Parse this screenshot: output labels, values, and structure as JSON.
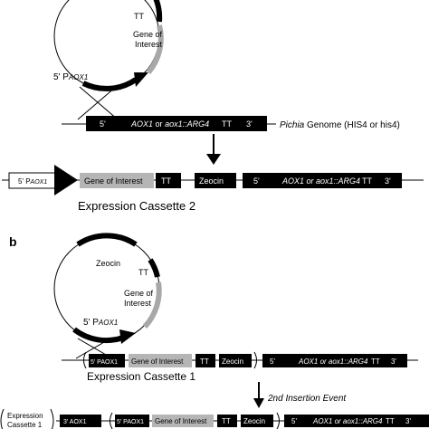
{
  "panel_a": {
    "plasmid": {
      "tt": "TT",
      "gene_line1": "Gene of",
      "gene_line2": "Interest",
      "promoter_prefix": "5' P",
      "promoter_name": "AOX1"
    },
    "genome": {
      "five": "5'",
      "locus_a": "AOX1",
      "locus_or": "or",
      "locus_b": "aox1::ARG4",
      "tt": "TT",
      "three": "3'",
      "label_italic": "Pichia",
      "label_rest": "Genome (HIS4 or his4)"
    },
    "cassette": {
      "promoter_prefix": "5' P",
      "promoter_name": "AOX1",
      "gene": "Gene of Interest",
      "tt": "TT",
      "zeocin": "Zeocin",
      "five": "5'",
      "locus": "AOX1  or aox1::ARG4",
      "tt2": "TT",
      "three": "3'",
      "title": "Expression Cassette 2"
    }
  },
  "panel_b": {
    "label": "b",
    "plasmid": {
      "zeocin": "Zeocin",
      "tt": "TT",
      "gene_line1": "Gene of",
      "gene_line2": "Interest",
      "promoter_prefix": "5' P",
      "promoter_name": "AOX1"
    },
    "integration": {
      "promoter": "5' PAOX1",
      "gene": "Gene of Interest",
      "tt": "TT",
      "zeocin": "Zeocin",
      "five": "5'",
      "locus": "AOX1  or aox1::ARG4",
      "tt2": "TT",
      "three": "3'",
      "title": "Expression Cassette 1"
    },
    "event": "2nd Insertion Event",
    "final": {
      "bracket_line1": "Expression",
      "bracket_line2": "Cassette 1",
      "five_aox1": "3' AOX1",
      "promoter": "5' PAOX1",
      "gene": "Gene of Interest",
      "tt": "TT",
      "zeocin": "Zeocin",
      "five": "5'",
      "locus": "AOX1  or aox1::ARG4",
      "tt2": "TT",
      "three": "3'"
    }
  }
}
